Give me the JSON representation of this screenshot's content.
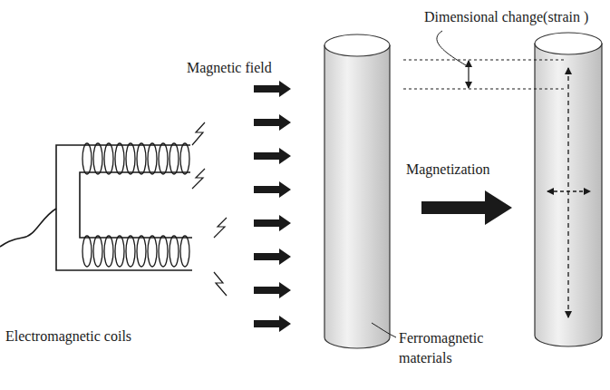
{
  "diagram": {
    "labels": [
      "Dimensional change(strain )",
      "Magnetic field",
      "Magnetization",
      "Electromagnetic coils",
      "Ferromagnetic materials"
    ]
  }
}
